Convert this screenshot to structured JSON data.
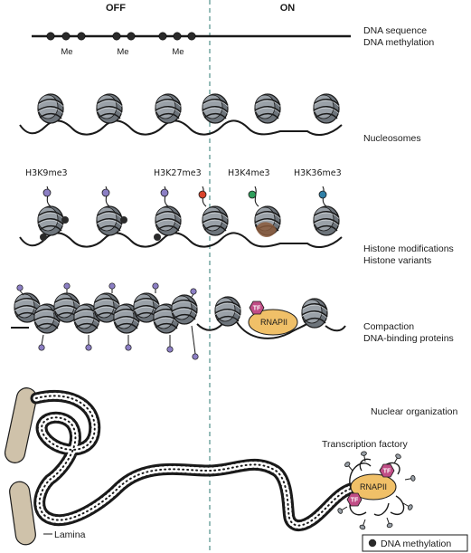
{
  "headers": {
    "off": "OFF",
    "on": "ON"
  },
  "methyl_label": "Me",
  "histone_marks": [
    "H3K9me3",
    "H3K27me3",
    "H3K4me3",
    "H3K36me3"
  ],
  "row_labels": {
    "dna": [
      "DNA sequence",
      "DNA methylation"
    ],
    "nucleosomes": "Nucleosomes",
    "histone": [
      "Histone modifications",
      "Histone variants"
    ],
    "compaction": [
      "Compaction",
      "DNA-binding proteins"
    ],
    "nuclear": "Nuclear organization",
    "factory": "Transcription factory"
  },
  "proteins": {
    "tf": "TF",
    "rnapii": "RNAPII"
  },
  "lamina": "Lamina",
  "legend": "DNA methylation",
  "colors": {
    "nucleosome": "#8c949b",
    "nucleosome_dark": "#5a6168",
    "variant": "#8a5a3c",
    "h3k9": "#8c7fc4",
    "h3k27": "#d9432b",
    "h3k4": "#2e9e5b",
    "h3k36": "#2f7fa6",
    "rnapii": "#f0c068",
    "tf": "#c04d86",
    "lamina": "#cfc2aa",
    "divider": "#4f8f8a"
  }
}
